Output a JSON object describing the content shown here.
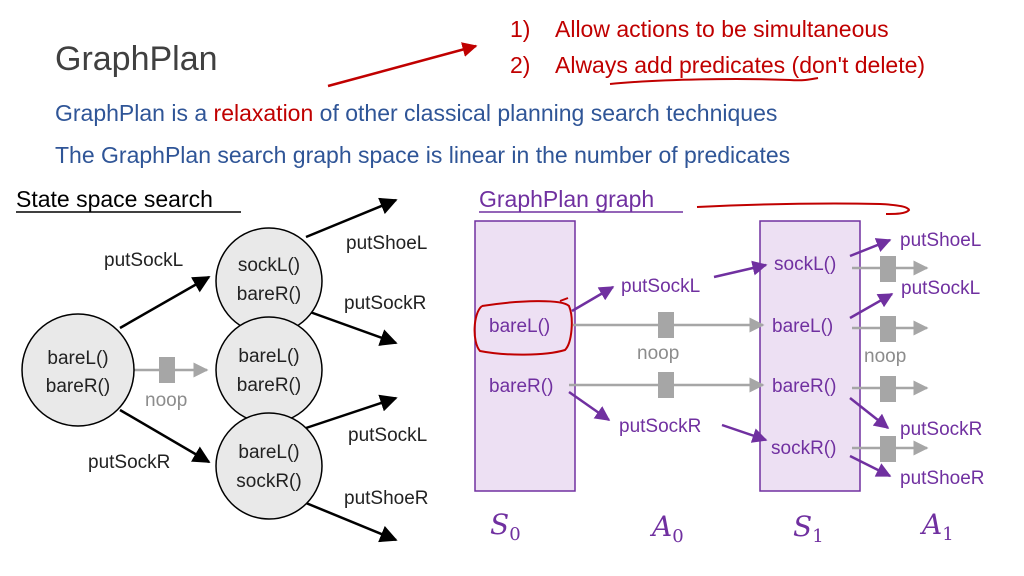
{
  "title": "GraphPlan",
  "notes": [
    {
      "num": "1)",
      "text": "Allow actions to be simultaneous"
    },
    {
      "num": "2)",
      "pre": "Always ",
      "emph": "add predicates",
      "post": " (don't delete)"
    }
  ],
  "line1": {
    "pre": "GraphPlan is a ",
    "emph": "relaxation",
    "post": " of other classical planning search techniques"
  },
  "line2": "The GraphPlan search graph space is linear in the number of predicates",
  "state_space": {
    "heading": "State space search",
    "start_node": [
      "bareL()",
      "bareR()"
    ],
    "top_node": [
      "sockL()",
      "bareR()"
    ],
    "mid_node": [
      "bareL()",
      "bareR()"
    ],
    "bot_node": [
      "bareL()",
      "sockR()"
    ],
    "edge_put_sock_l": "putSockL",
    "edge_put_sock_r": "putSockR",
    "noop": "noop",
    "top_out": [
      "putShoeL",
      "putSockR"
    ],
    "bot_out": [
      "putSockL",
      "putShoeR"
    ]
  },
  "graphplan": {
    "heading": "GraphPlan graph",
    "s0": [
      "bareL()",
      "bareR()"
    ],
    "a0": {
      "put_sock_l": "putSockL",
      "noop": "noop",
      "put_sock_r": "putSockR"
    },
    "s1": [
      "sockL()",
      "bareL()",
      "bareR()",
      "sockR()"
    ],
    "a1": {
      "put_shoe_l": "putShoeL",
      "put_sock_l": "putSockL",
      "noop": "noop",
      "put_sock_r": "putSockR",
      "put_shoe_r": "putShoeR"
    },
    "level_labels": [
      {
        "base": "S",
        "sub": "0"
      },
      {
        "base": "A",
        "sub": "0"
      },
      {
        "base": "S",
        "sub": "1"
      },
      {
        "base": "A",
        "sub": "1"
      }
    ]
  },
  "colors": {
    "purple": "#7030a0",
    "red": "#c00000",
    "blue": "#2f5597",
    "gray": "#a6a6a6"
  }
}
